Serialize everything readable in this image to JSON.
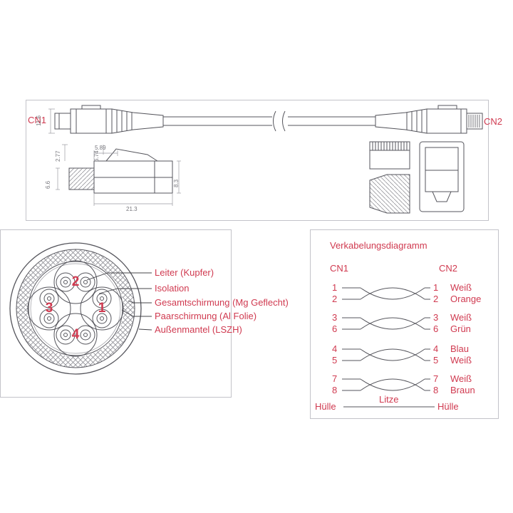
{
  "colors": {
    "accent_red": "#d03a50",
    "line_ink": "#55555c"
  },
  "top_view": {
    "cn1": "CN1",
    "cn2": "CN2"
  },
  "dimensions": {
    "dim1": "11.6",
    "dim2": "2.77",
    "dim3": "5.89",
    "dim4": "6.74",
    "dim5": "6.6",
    "dim6": "8.3",
    "dim7": "21.3"
  },
  "cross_section": {
    "pins": [
      "1",
      "2",
      "3",
      "4"
    ],
    "labels": [
      "Leiter (Kupfer)",
      "Isolation",
      "Gesamtschirmung (Mg Geflecht)",
      "Paarschirmung (Al Folie)",
      "Außenmantel (LSZH)"
    ]
  },
  "wiring": {
    "title": "Verkabelungsdiagramm",
    "cn1": "CN1",
    "cn2": "CN2",
    "pairs": [
      {
        "left": [
          "1",
          "2"
        ],
        "right": [
          "1",
          "2"
        ],
        "colors": [
          "Weiß",
          "Orange"
        ]
      },
      {
        "left": [
          "3",
          "6"
        ],
        "right": [
          "3",
          "6"
        ],
        "colors": [
          "Weiß",
          "Grün"
        ]
      },
      {
        "left": [
          "4",
          "5"
        ],
        "right": [
          "4",
          "5"
        ],
        "colors": [
          "Blau",
          "Weiß"
        ]
      },
      {
        "left": [
          "7",
          "8"
        ],
        "right": [
          "7",
          "8"
        ],
        "colors": [
          "Weiß",
          "Braun"
        ]
      }
    ],
    "shield_left": "Hülle",
    "core": "Litze",
    "shield_right": "Hülle"
  }
}
